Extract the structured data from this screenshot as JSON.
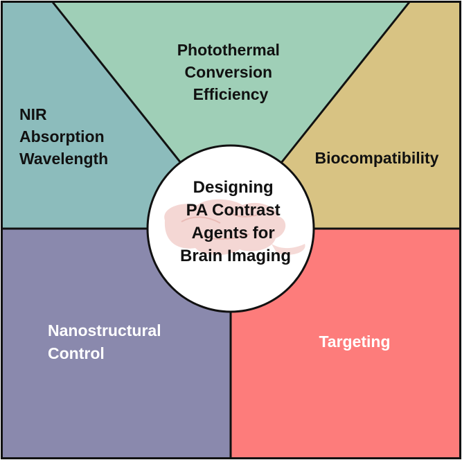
{
  "colors": {
    "nir_absorption": "#8cbcbc",
    "photothermal": "#9fcfb7",
    "biocompatibility": "#d8c383",
    "nanostructural": "#8a89ad",
    "targeting": "#fd7c7b",
    "center_fill": "#ffffff",
    "brain_fill": "#e8a9a2",
    "outline": "#111111"
  },
  "segments": {
    "nir_absorption": {
      "lines": [
        "NIR",
        "Absorption",
        "Wavelength"
      ],
      "text_color": "#111111"
    },
    "photothermal": {
      "lines": [
        "Photothermal",
        "Conversion",
        "Efficiency"
      ],
      "text_color": "#111111"
    },
    "biocompatibility": {
      "lines": [
        "Biocompatibility"
      ],
      "text_color": "#111111"
    },
    "nanostructural": {
      "lines": [
        "Nanostructural",
        "Control"
      ],
      "text_color": "#ffffff"
    },
    "targeting": {
      "lines": [
        "Targeting"
      ],
      "text_color": "#ffffff"
    }
  },
  "center": {
    "lines": [
      "Designing",
      "PA Contrast",
      "Agents for",
      "Brain Imaging"
    ],
    "illustration_icon": "brain-icon"
  }
}
